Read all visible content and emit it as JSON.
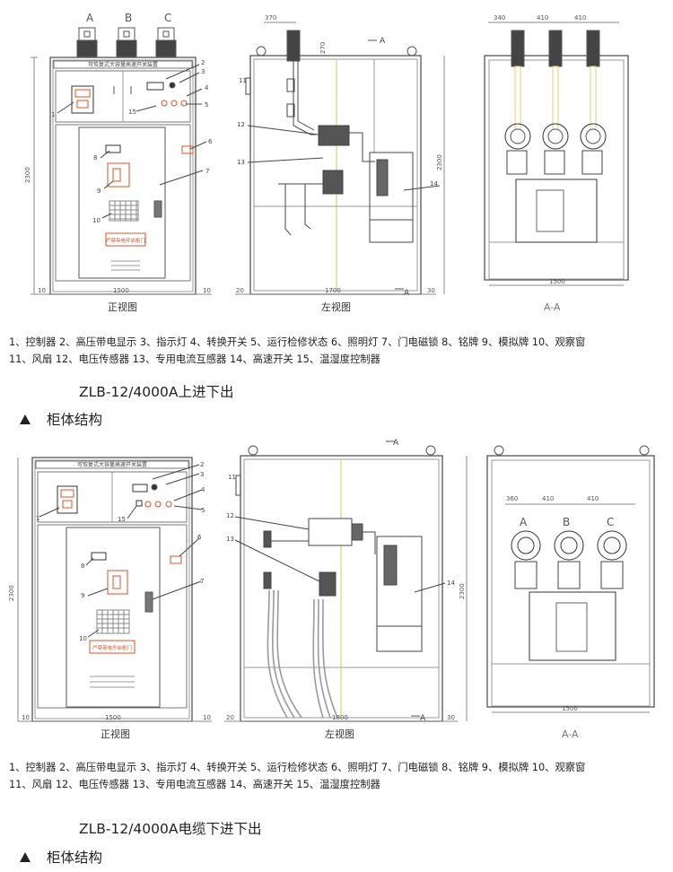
{
  "views": {
    "front_label": "正视图",
    "side_label": "左视图",
    "section_label": "A-A",
    "nameplate": "可恢复式大容量高速开关装置",
    "sign_text": "严禁带电开启柜门",
    "phases": [
      "A",
      "B",
      "C"
    ],
    "section_mark": "A"
  },
  "dimensions": {
    "height": "2300",
    "front_width": "1500",
    "side_edge": "10",
    "side_width_top": "1700",
    "side_width_bottom": "1800",
    "side_left": "20",
    "side_right": "30",
    "terminal_offset": "370",
    "terminal_height": "270",
    "pitch_left": "340",
    "pitch_left_bottom": "360",
    "pitch": "410",
    "section_width": "1500"
  },
  "callouts": [
    "1",
    "2",
    "3",
    "4",
    "5",
    "6",
    "7",
    "8",
    "9",
    "10",
    "11",
    "12",
    "13",
    "14",
    "15"
  ],
  "legend": {
    "line1": "1、控制器 2、高压带电显示 3、指示灯 4、转换开关 5、运行检修状态 6、照明灯 7、门电磁锁 8、铭牌 9、模拟牌 10、观察窗",
    "line2": "11、风扇 12、电压传感器 13、专用电流互感器 14、高速开关 15、温湿度控制器"
  },
  "sections": [
    {
      "model": "ZLB-12/4000A上进下出",
      "heading": "柜体结构"
    },
    {
      "model": "ZLB-12/4000A电缆下进下出",
      "heading": "柜体结构"
    }
  ],
  "colors": {
    "line": "#555555",
    "accent": "#d9542b",
    "cable": "#9a9a9a"
  }
}
